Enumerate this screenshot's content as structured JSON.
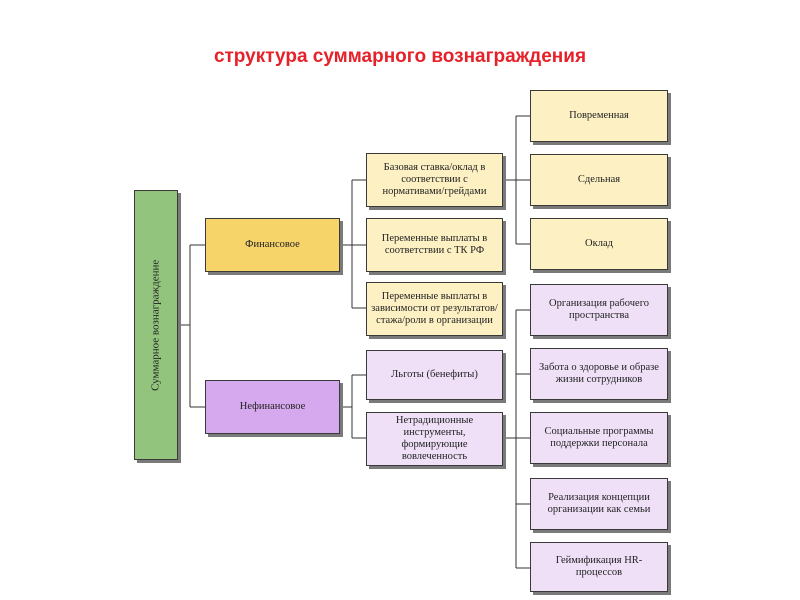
{
  "title": "структура суммарного вознаграждения",
  "root": "Суммарное вознаграждение",
  "level1": {
    "financial": "Финансовое",
    "nonfinancial": "Нефинансовое"
  },
  "financial_items": [
    "Базовая ставка/оклад в соответствии с нормативами/грейдами",
    "Переменные выплаты в соответствии с ТК РФ",
    "Переменные выплаты в зависимости от результатов/стажа/роли в организации"
  ],
  "nonfinancial_items": [
    "Льготы (бенефиты)",
    "Нетрадиционные инструменты, формирующие вовлеченность"
  ],
  "base_pay_types": [
    "Повременная",
    "Сдельная",
    "Оклад"
  ],
  "engagement_tools": [
    "Организация рабочего пространства",
    "Забота о здоровье и образе жизни сотрудников",
    "Социальные программы поддержки персонала",
    "Реализация концепции организации как семьи",
    "Геймификация HR-процессов"
  ],
  "colors": {
    "title": "#e5222a",
    "root": "#93c47d",
    "financial": "#f7d46a",
    "financial_light": "#fdf1c4",
    "nonfinancial": "#d6a9ee",
    "nonfinancial_light": "#efe0f8"
  }
}
